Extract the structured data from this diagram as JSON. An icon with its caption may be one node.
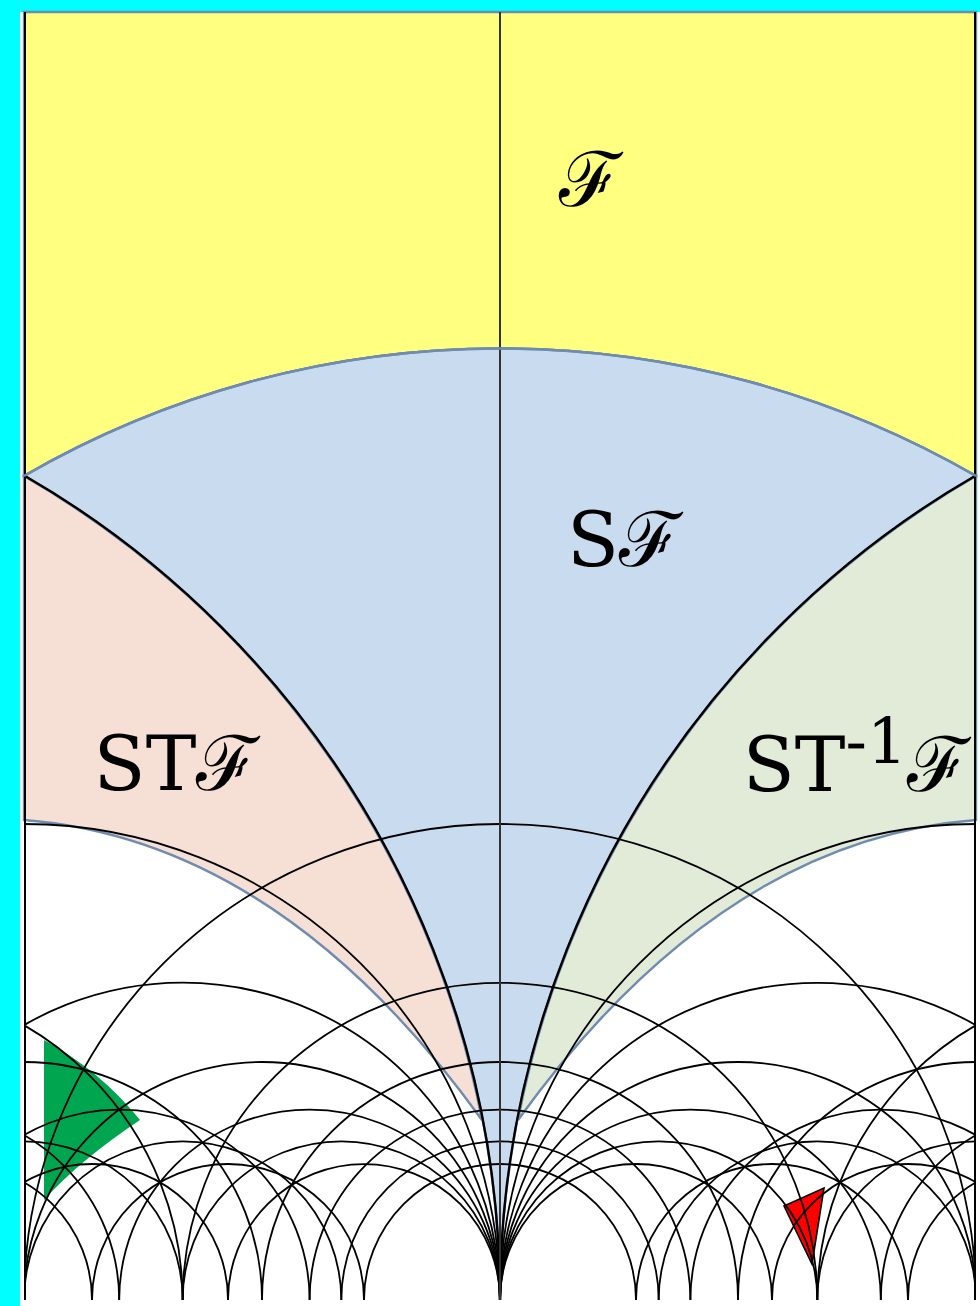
{
  "diagram": {
    "nodes": [
      {
        "text": [
          "ℱ"
        ]
      },
      {
        "text": [
          "Sℱ"
        ]
      },
      {
        "text": [
          "STℱ"
        ]
      },
      {
        "text": [
          "ST$^{-1}$ℱ"
        ]
      }
    ]
  }
}
